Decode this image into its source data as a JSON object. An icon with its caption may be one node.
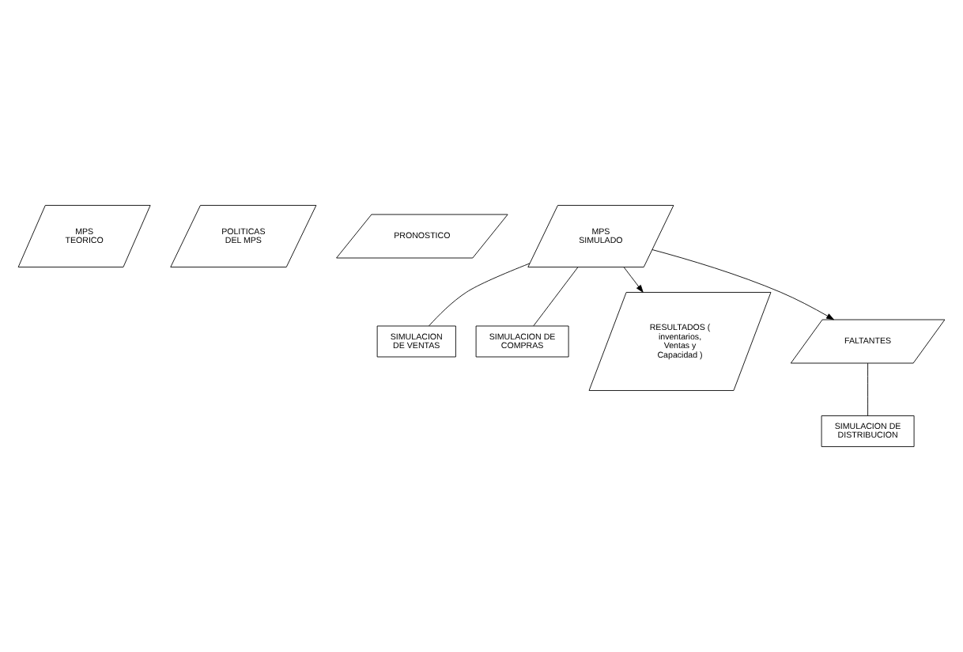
{
  "diagram": {
    "nodes": [
      {
        "text": [
          "MPS TEORICO"
        ]
      },
      {
        "text": [
          "POLITICAS DEL MPS"
        ]
      },
      {
        "text": [
          "PRONOSTICO"
        ]
      },
      {
        "text": [
          "MPS SIMULADO"
        ]
      },
      {
        "text": [
          "SIMULACION DE VENTAS"
        ]
      },
      {
        "text": [
          "SIMULACION DE COMPRAS"
        ]
      },
      {
        "text": [
          "RESULTADOS ( inventarios, Ventas y Capacidad )"
        ]
      },
      {
        "text": [
          "FALTANTES"
        ]
      },
      {
        "text": [
          "SIMULACION DE DISTRIBUCION"
        ]
      }
    ],
    "edges": [
      {
        "from": 3,
        "to": 6,
        "arrow": "to"
      },
      {
        "from": 3,
        "to": 7,
        "arrow": "to"
      },
      {
        "from": 3,
        "to": 4,
        "arrow": "none"
      },
      {
        "from": 3,
        "to": 5,
        "arrow": "none"
      },
      {
        "from": 7,
        "to": 8,
        "arrow": "none"
      }
    ]
  }
}
